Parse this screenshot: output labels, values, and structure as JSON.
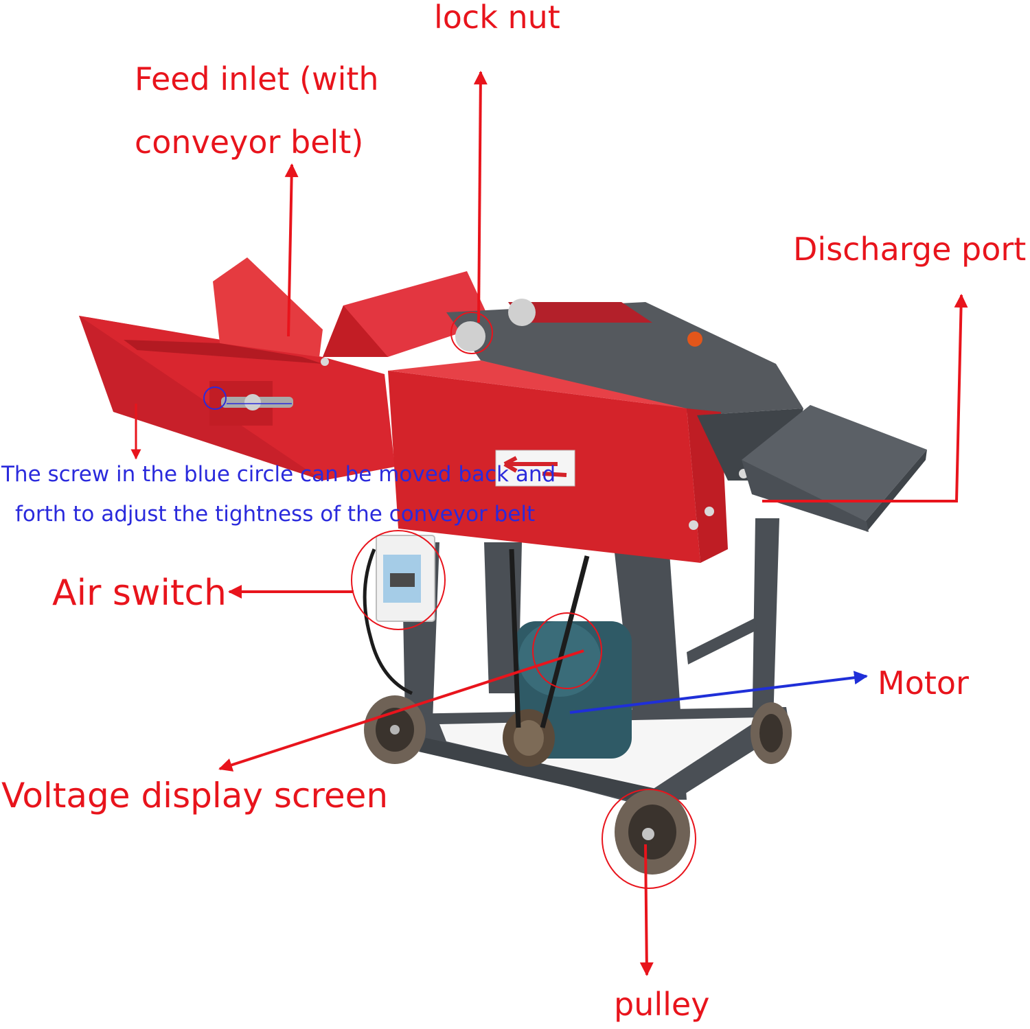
{
  "labels": {
    "lock_nut": "lock nut",
    "feed_inlet_line1": "Feed inlet (with",
    "feed_inlet_line2": "conveyor belt)",
    "discharge_port": "Discharge port",
    "note_line1": "The screw in the blue circle can be moved back and",
    "note_line2": "forth to adjust the tightness of the conveyor belt",
    "air_switch": "Air switch",
    "motor": "Motor",
    "voltage_display": "Voltage display screen",
    "pulley": "pulley"
  },
  "colors": {
    "label_red": "#e8141c",
    "label_blue": "#2a2adc",
    "machine_red": "#d4232a",
    "machine_grey": "#4a4f55",
    "motor_teal": "#2f5a66"
  }
}
